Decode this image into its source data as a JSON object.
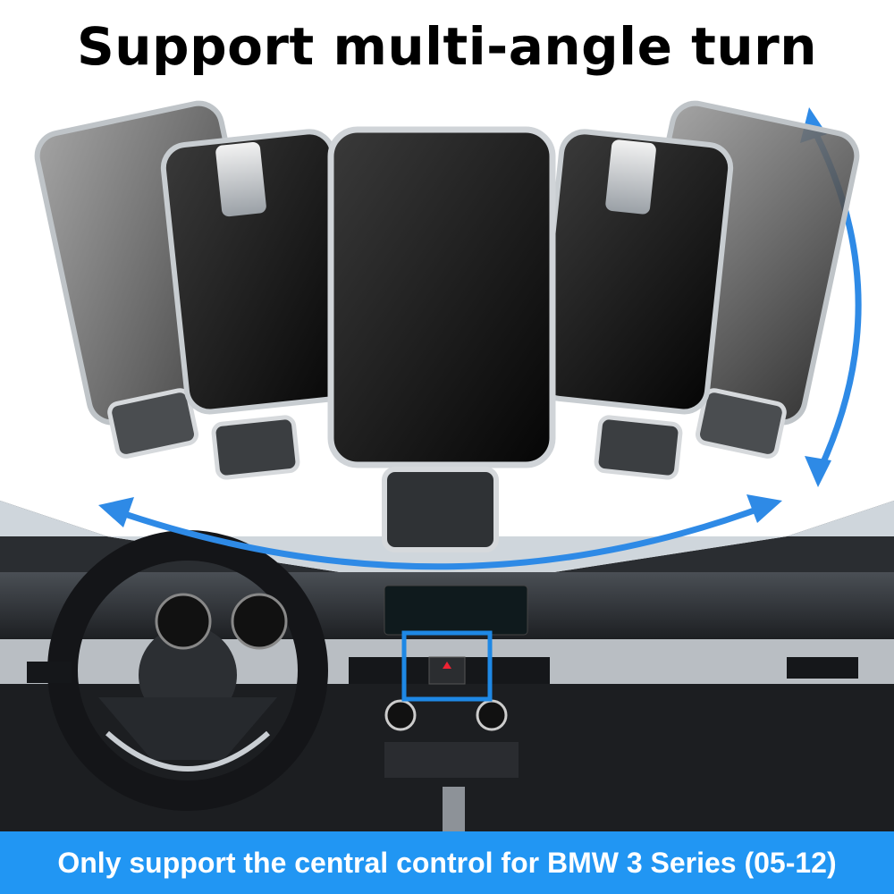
{
  "headline": "Support multi-angle turn",
  "footer_banner": "Only support the central control for BMW 3 Series (05-12)",
  "colors": {
    "banner": "#2196f3",
    "arrow": "#2e8ae6",
    "highlight_box": "#1e88e5",
    "headline_text": "#000000"
  },
  "illustration": {
    "mount_positions": 5,
    "highlight_label": "air-vent-mount-location"
  }
}
